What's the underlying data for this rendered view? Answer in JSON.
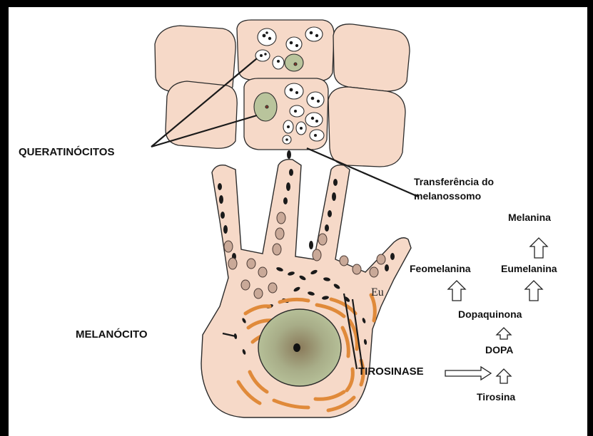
{
  "labels": {
    "keratinocytes": "QUERATINÓCITOS",
    "transfer_line1": "Transferência do",
    "transfer_line2": "melanossomo",
    "melanocyte": "MELANÓCITO",
    "tyrosinase": "TIROSINASE",
    "eu": "Eu"
  },
  "pathway": {
    "tyrosine": "Tirosina",
    "dopa": "DOPA",
    "dopaquinone": "Dopaquinona",
    "pheomelanin": "Feomelanina",
    "eumelanin": "Eumelanina",
    "melanin": "Melanina"
  },
  "colors": {
    "cell_fill": "#f6d9c8",
    "cell_stroke": "#2b2b2b",
    "melanosome_dark": "#1a1a1a",
    "organelle_orange": "#e08a3a",
    "nucleus": "#9aa884",
    "background": "#ffffff",
    "frame": "#000000"
  }
}
